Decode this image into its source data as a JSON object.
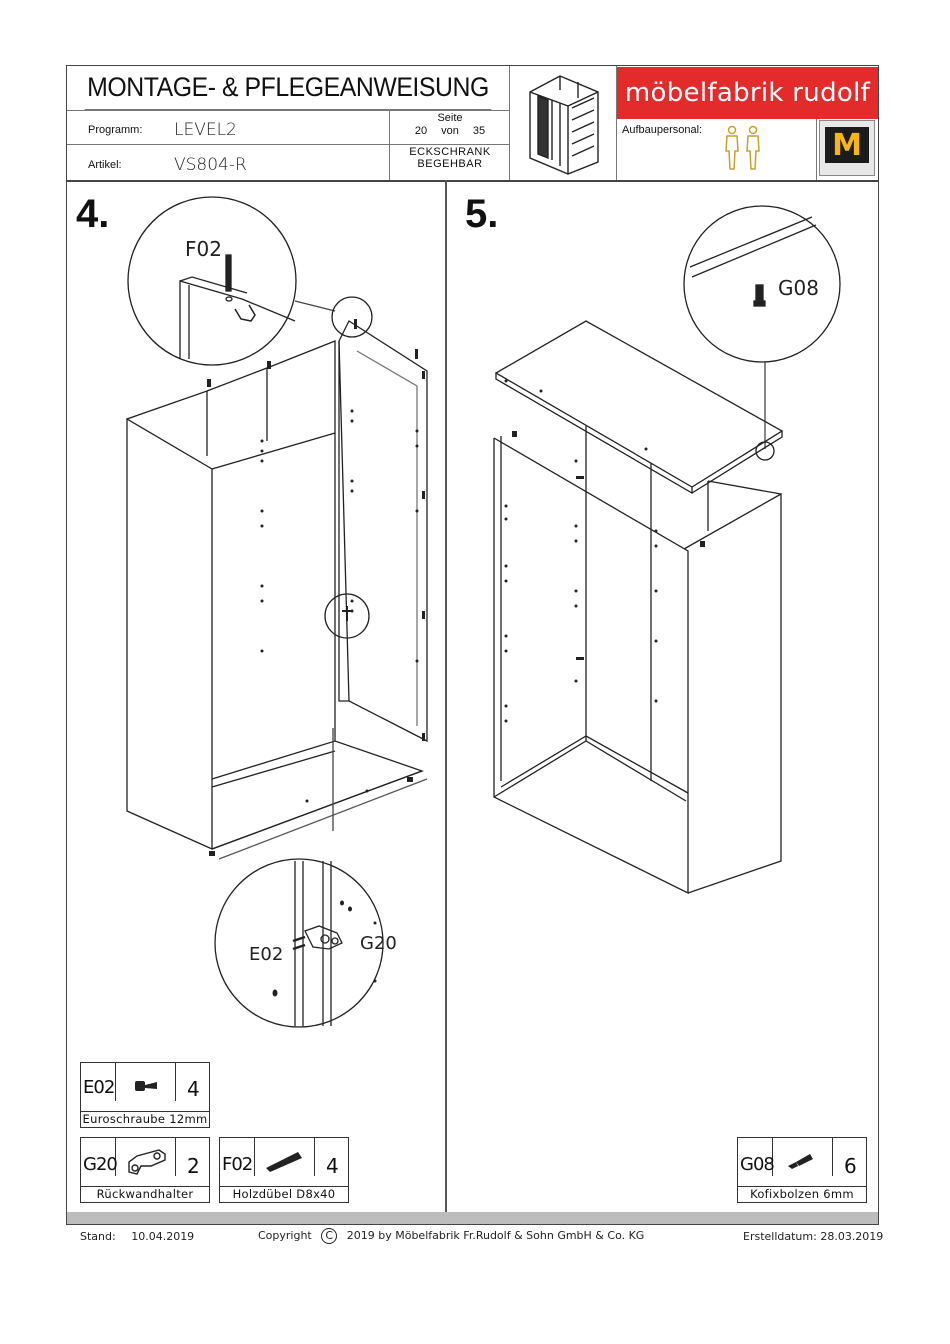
{
  "header": {
    "title": "MONTAGE- & PFLEGEANWEISUNG",
    "programm_label": "Programm:",
    "programm_value": "LEVEL2",
    "artikel_label": "Artikel:",
    "artikel_value": "VS804-R",
    "seite_label": "Seite",
    "page_current": "20",
    "page_sep": "von",
    "page_total": "35",
    "category_line1": "ECKSCHRANK",
    "category_line2": "BEGEHBAR",
    "brand": "möbelfabrik rudolf",
    "aufbaupersonal_label": "Aufbaupersonal:",
    "seal_letter": "M"
  },
  "steps": {
    "step4": {
      "number": "4.",
      "callout_top_label": "F02",
      "callout_bottom_label_left": "E02",
      "callout_bottom_label_right": "G20"
    },
    "step5": {
      "number": "5.",
      "callout_label": "G08"
    }
  },
  "parts": [
    {
      "code": "E02",
      "qty": "4",
      "description": "Euroschraube 12mm",
      "icon": "euro-screw-icon"
    },
    {
      "code": "G20",
      "qty": "2",
      "description": "Rückwandhalter",
      "icon": "back-panel-holder-icon"
    },
    {
      "code": "F02",
      "qty": "4",
      "description": "Holzdübel D8x40",
      "icon": "wood-dowel-icon"
    },
    {
      "code": "G08",
      "qty": "6",
      "description": "Kofixbolzen 6mm",
      "icon": "connector-bolt-icon"
    }
  ],
  "footer": {
    "stand_label": "Stand:",
    "stand_date": "10.04.2019",
    "copyright_label": "Copyright",
    "copyright_symbol": "C",
    "copyright_text": "2019   by Möbelfabrik Fr.Rudolf & Sohn GmbH & Co. KG",
    "erstelldatum": "Erstelldatum: 28.03.2019"
  },
  "colors": {
    "brand_red": "#e32b2b",
    "footer_bar": "#bdbdbd",
    "line": "#222222"
  }
}
